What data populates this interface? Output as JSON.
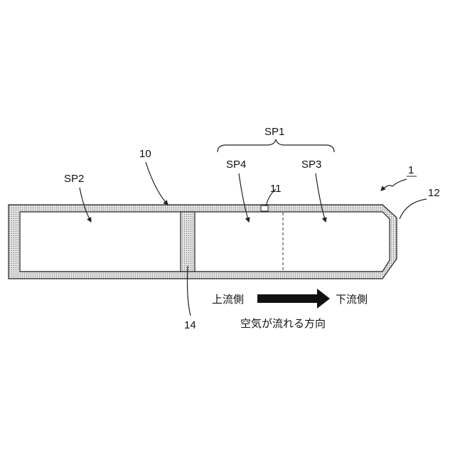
{
  "labels": {
    "sp1": "SP1",
    "sp2": "SP2",
    "sp3": "SP3",
    "sp4": "SP4",
    "n10": "10",
    "n11": "11",
    "n12": "12",
    "n14": "14",
    "n1": "1"
  },
  "flow": {
    "upstream": "上流側",
    "downstream": "下流側",
    "caption": "空気が流れる方向"
  }
}
